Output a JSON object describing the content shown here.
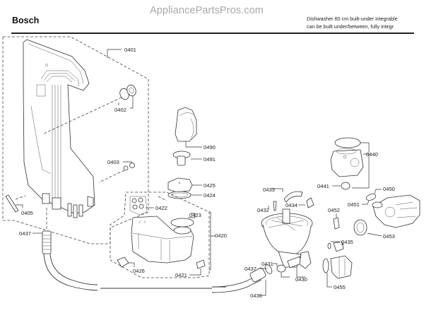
{
  "header": {
    "brand": "Bosch",
    "watermark": "AppliancePartsPros.com",
    "description_line1": "Dishwasher 60 cm built-under integrable",
    "description_line2": "can be built under/between, fully integr"
  },
  "diagram": {
    "title": "Exploded parts diagram",
    "colors": {
      "line": "#333333",
      "watermark": "#a9a9a9",
      "background": "#ffffff"
    },
    "labels": {
      "p0401": "0401",
      "p0402": "0402",
      "p0403": "0403",
      "p0405": "0405",
      "p0437a": "0437",
      "p0490": "0490",
      "p0491": "0491",
      "p0425": "0425",
      "p0424": "0424",
      "p0422": "0422",
      "p0423": "0423",
      "p0420": "0420",
      "p0426": "0426",
      "p0421": "0421",
      "p0433": "0433",
      "p0432": "0432",
      "p0434": "0434",
      "p0431": "0431",
      "p0430": "0430",
      "p0437b": "0437",
      "p0436": "0436",
      "p0440": "0440",
      "p0441": "0441",
      "p0450": "0450",
      "p0451": "0451",
      "p0452": "0452",
      "p0453": "0453",
      "p0435": "0435",
      "p0455": "0455"
    }
  }
}
